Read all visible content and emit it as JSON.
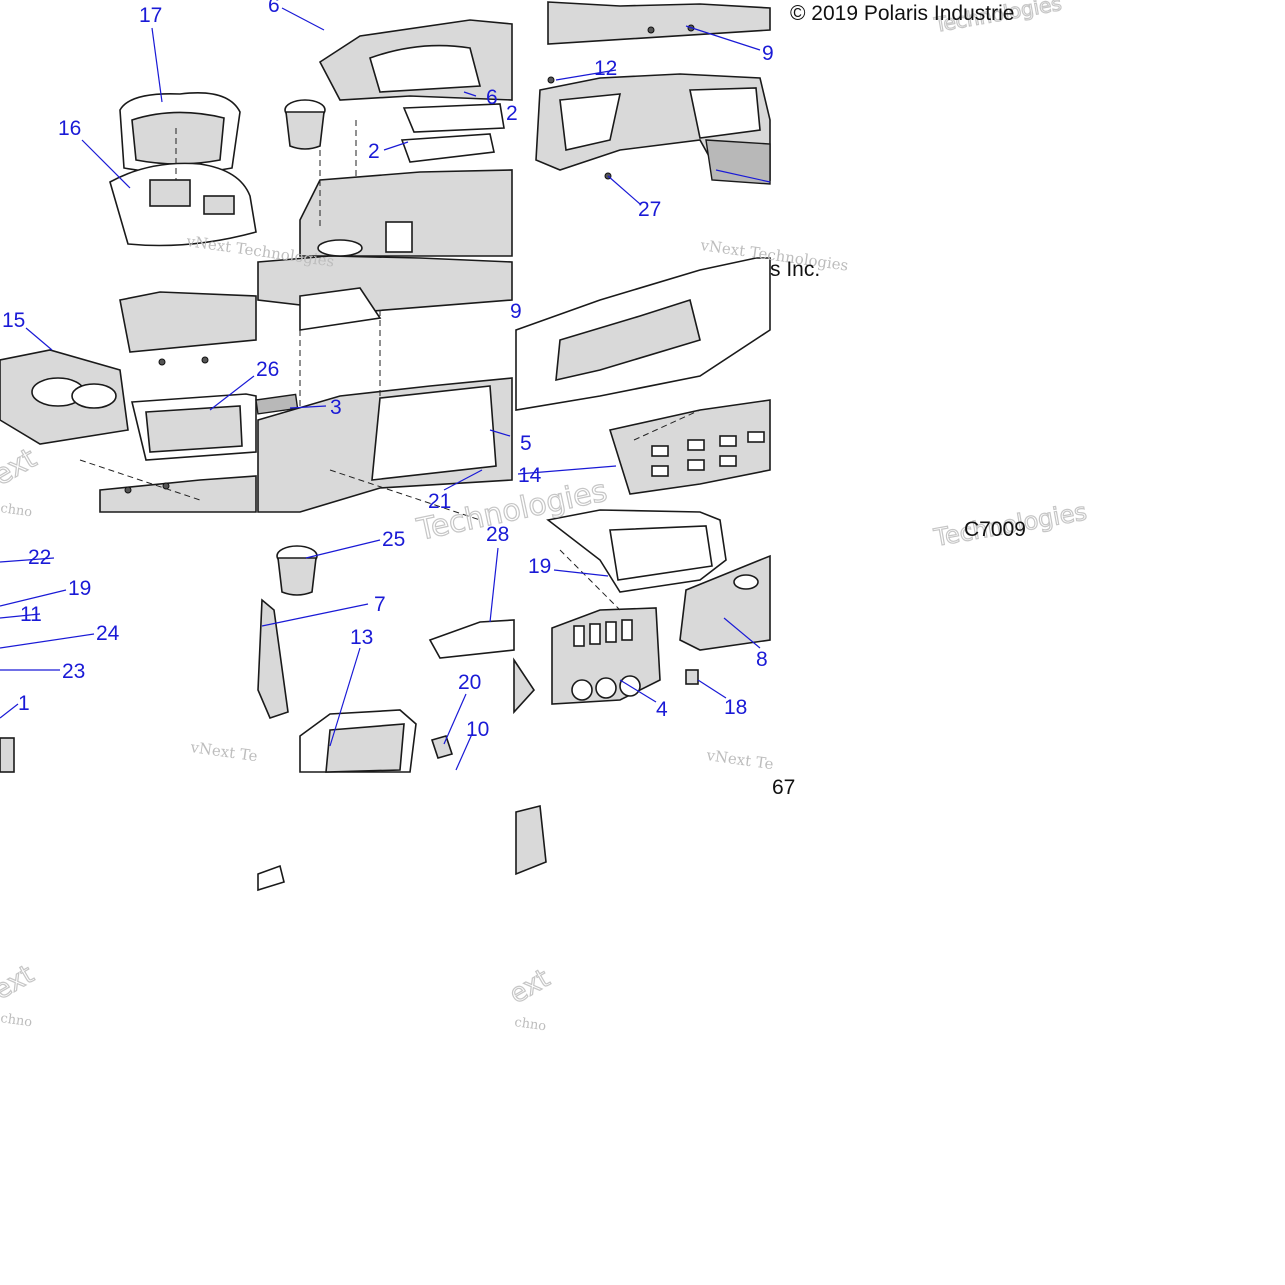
{
  "copyright": "© 2019 Polaris Industrie",
  "fragment_inc": "s Inc.",
  "figure_code": "C7009",
  "figure_code_fragment": "67",
  "watermark": {
    "line1": "vNext Technologies",
    "line2": "vNext Te",
    "fragment_next": "ext",
    "fragment_techno": "Technologies",
    "fragment_chno": "chno"
  },
  "callouts": {
    "c1": "1",
    "c2": "2",
    "c3": "3",
    "c4": "4",
    "c5": "5",
    "c6a": "6",
    "c6b": "6",
    "c7": "7",
    "c8": "8",
    "c9a": "9",
    "c9b": "9",
    "c10": "10",
    "c11": "11",
    "c12": "12",
    "c13": "13",
    "c14": "14",
    "c15": "15",
    "c16": "16",
    "c17": "17",
    "c18": "18",
    "c19a": "19",
    "c19b": "19",
    "c20": "20",
    "c21": "21",
    "c22": "22",
    "c23": "23",
    "c24": "24",
    "c25": "25",
    "c26": "26",
    "c27": "27",
    "c28": "28",
    "c2b": "2"
  }
}
